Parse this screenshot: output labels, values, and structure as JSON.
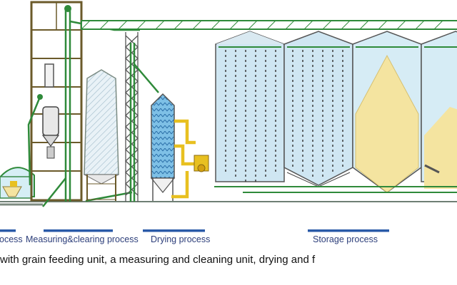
{
  "process_labels": [
    {
      "text": "ocess"
    },
    {
      "text": "Measuring&clearing process"
    },
    {
      "text": "Drying process"
    },
    {
      "text": "Storage process"
    }
  ],
  "caption": "with grain feeding unit, a measuring and cleaning unit, drying and f",
  "colors": {
    "frame": "#6b5a2a",
    "pipe": "#2f8a3a",
    "bin_fill": "#cfe6f2",
    "grain": "#f4e4a0",
    "yellow_pipe": "#e8c020",
    "label_bar": "#2a5aa8",
    "label_text": "#2c3e7a"
  }
}
